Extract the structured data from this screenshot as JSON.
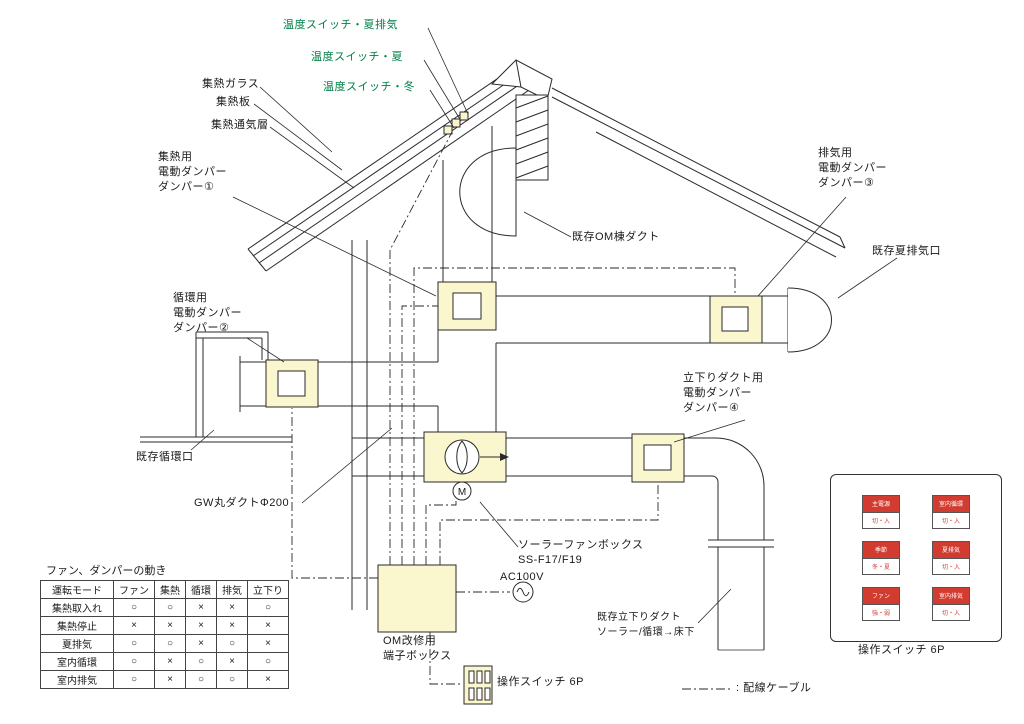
{
  "labels": {
    "temp_switch_summer_exhaust": "温度スイッチ・夏排気",
    "temp_switch_summer": "温度スイッチ・夏",
    "temp_switch_winter": "温度スイッチ・冬",
    "collector_glass": "集熱ガラス",
    "collector_plate": "集熱板",
    "collector_air_layer": "集熱通気層",
    "damper1": "集熱用\n電動ダンパー\nダンパー①",
    "damper2": "循環用\n電動ダンパー\nダンパー②",
    "damper3": "排気用\n電動ダンパー\nダンパー③",
    "damper4": "立下りダクト用\n電動ダンパー\nダンパー④",
    "existing_om_ridge_duct": "既存OM棟ダクト",
    "existing_summer_exhaust": "既存夏排気口",
    "existing_circulation_opening": "既存循環口",
    "gw_round_duct": "GW丸ダクトΦ200",
    "solar_fan_box": "ソーラーファンボックス\nSS-F17/F19",
    "ac100v": "AC100V",
    "existing_down_duct": "既存立下りダクト\nソーラー/循環→床下",
    "terminal_box": "OM改修用\n端子ボックス",
    "operation_switch_bottom": "操作スイッチ 6P",
    "operation_switch_panel": "操作スイッチ 6P",
    "wiring_legend": ": 配線ケーブル",
    "motor": "M"
  },
  "table": {
    "title": "ファン、ダンパーの動き",
    "columns": [
      "運転モード",
      "ファン",
      "集熱",
      "循環",
      "排気",
      "立下り"
    ],
    "rows": [
      {
        "mode": "集熱取入れ",
        "values": [
          "○",
          "○",
          "×",
          "×",
          "○"
        ]
      },
      {
        "mode": "集熱停止",
        "values": [
          "×",
          "×",
          "×",
          "×",
          "×"
        ]
      },
      {
        "mode": "夏排気",
        "values": [
          "○",
          "○",
          "×",
          "○",
          "×"
        ]
      },
      {
        "mode": "室内循環",
        "values": [
          "○",
          "×",
          "○",
          "×",
          "○"
        ]
      },
      {
        "mode": "室内排気",
        "values": [
          "○",
          "×",
          "○",
          "○",
          "×"
        ]
      }
    ]
  },
  "control_panel": {
    "title": "操作スイッチ 6P",
    "switches": [
      {
        "label": "主電源",
        "sub": "切・入"
      },
      {
        "label": "室内循環",
        "sub": "切・入"
      },
      {
        "label": "季節",
        "sub": "冬・夏"
      },
      {
        "label": "夏排気",
        "sub": "切・入"
      },
      {
        "label": "ファン",
        "sub": "強・弱"
      },
      {
        "label": "室内排気",
        "sub": "切・入"
      }
    ]
  },
  "colors": {
    "accent_green": "#008045",
    "box_fill": "#faf6ce",
    "switch_red": "#d23b2f",
    "line": "#2a2a2a"
  }
}
